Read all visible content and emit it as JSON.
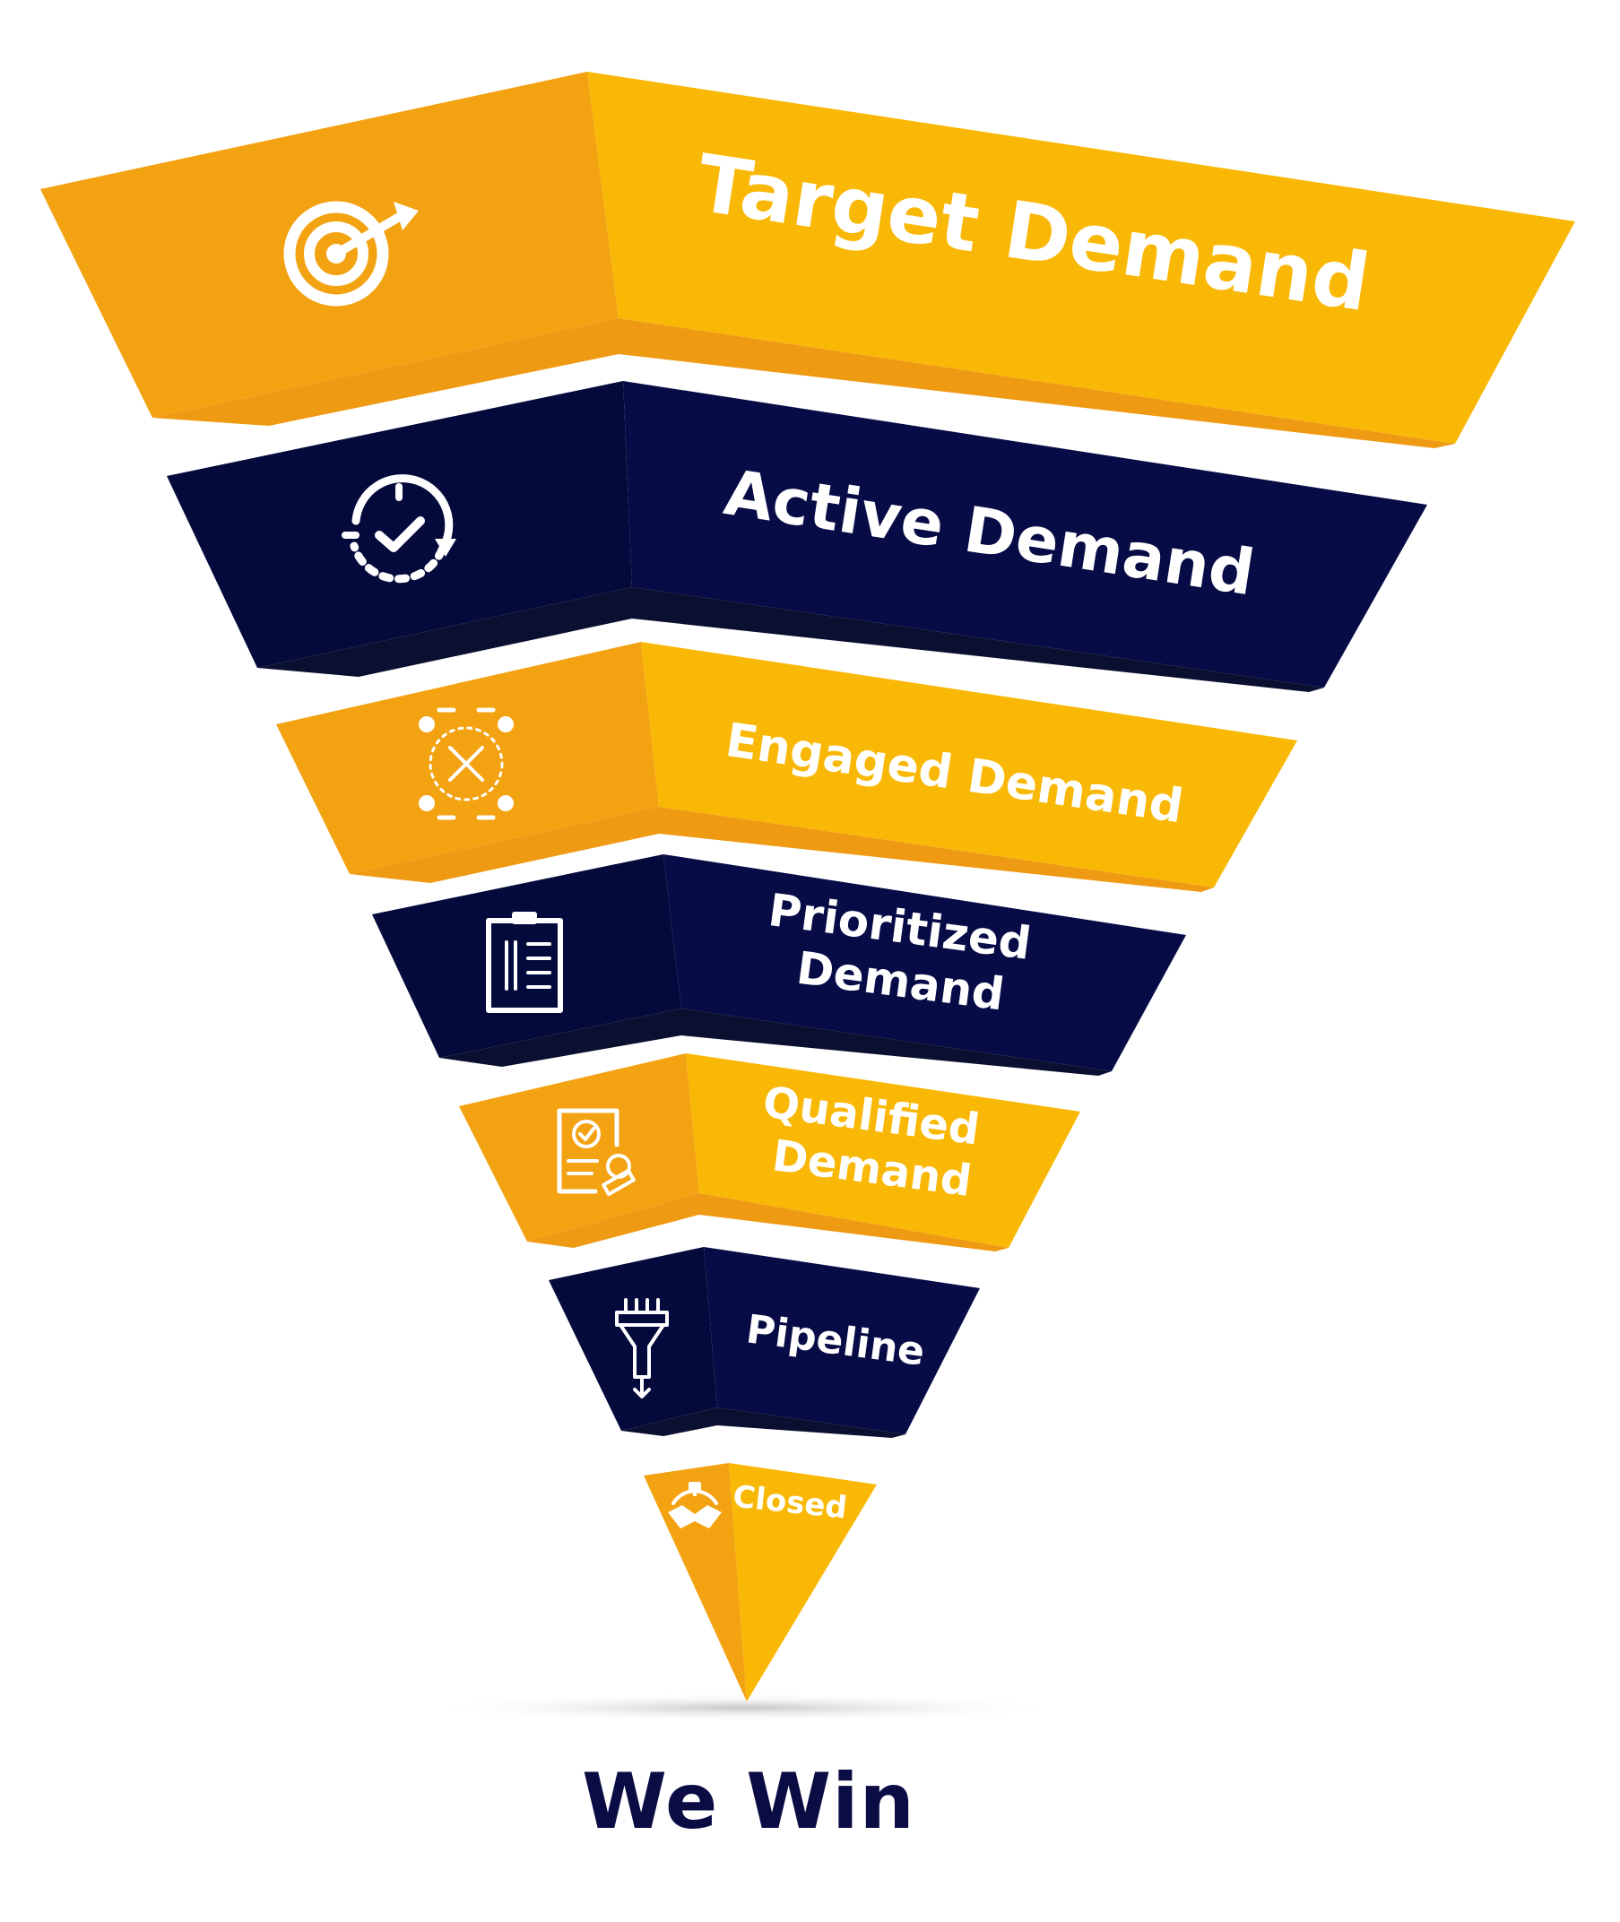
{
  "colors": {
    "gold_dark": "#f3a212",
    "gold_light": "#f9b806",
    "gold_under": "#ef9a13",
    "navy_dark": "#050a3c",
    "navy_light": "#070c46",
    "navy_under": "#0c1030",
    "outcome_text": "#0b0c44"
  },
  "stages": [
    {
      "label_lines": [
        "Target Demand"
      ],
      "icon": "target-arrow-icon",
      "color": "gold"
    },
    {
      "label_lines": [
        "Active Demand"
      ],
      "icon": "clock-check-icon",
      "color": "navy"
    },
    {
      "label_lines": [
        "Engaged Demand"
      ],
      "icon": "network-people-icon",
      "color": "gold"
    },
    {
      "label_lines": [
        "Prioritized",
        "Demand"
      ],
      "icon": "clipboard-sort-icon",
      "color": "navy"
    },
    {
      "label_lines": [
        "Qualified",
        "Demand"
      ],
      "icon": "certificate-stamp-icon",
      "color": "gold"
    },
    {
      "label_lines": [
        "Pipeline"
      ],
      "icon": "funnel-filter-icon",
      "color": "navy"
    },
    {
      "label_lines": [
        "Closed"
      ],
      "icon": "handshake-trophy-icon",
      "color": "gold"
    }
  ],
  "outcome": "We Win"
}
